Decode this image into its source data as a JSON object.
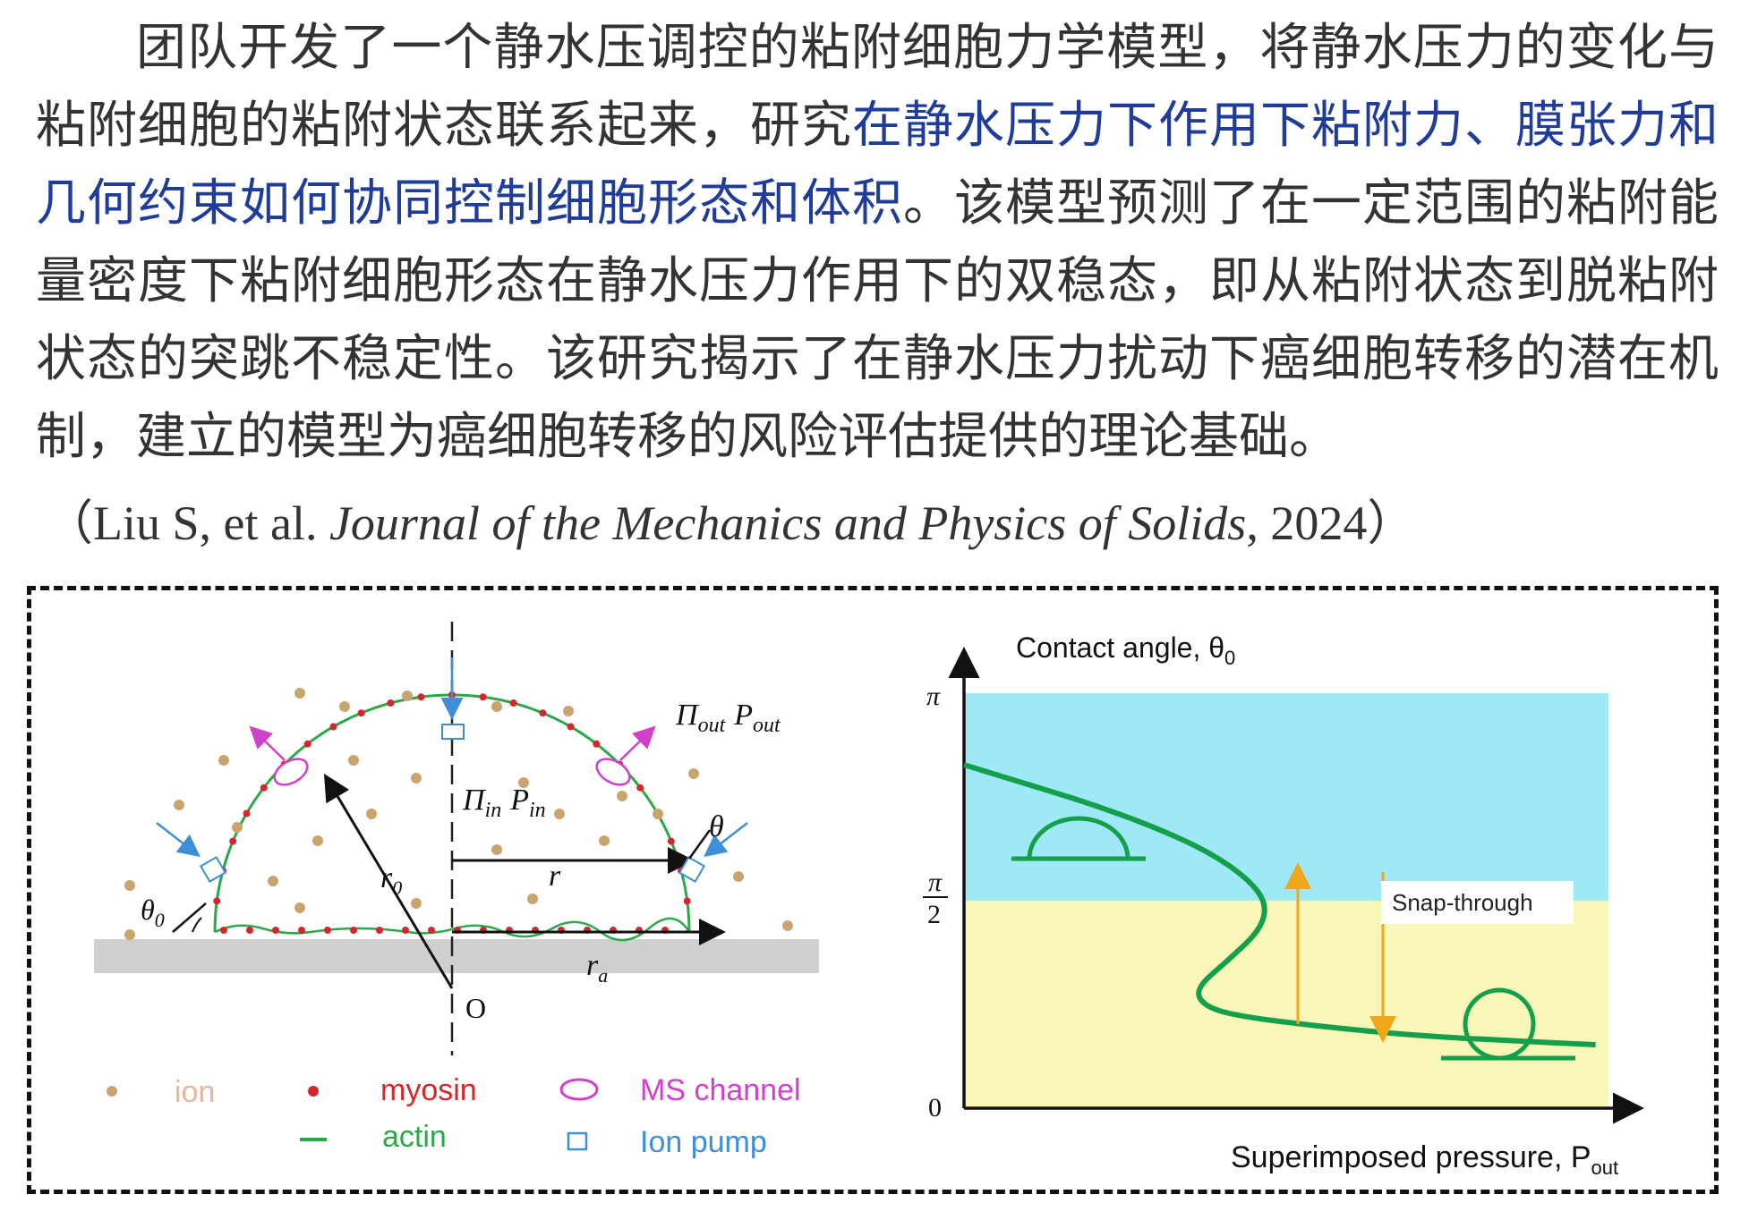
{
  "text": {
    "para_part1": "团队开发了一个静水压调控的粘附细胞力学模型，将静水压力的变化与粘附细胞的粘附状态联系起来，研究",
    "para_highlight": "在静水压力下作用下粘附力、膜张力和几何约束如何协同控制细胞形态和体积",
    "para_part2": "。该模型预测了在一定范围的粘附能量密度下粘附细胞形态在静水压力作用下的双稳态，即从粘附状态到脱粘附状态的突跳不稳定性。该研究揭示了在静水压力扰动下癌细胞转移的潜在机制，建立的模型为癌细胞转移的风险评估提供的理论基础。",
    "cite_open": "（Liu S, et al. ",
    "cite_journal": "Journal of the Mechanics and Physics of Solids",
    "cite_close": ", 2024）"
  },
  "colors": {
    "highlight": "#1f3c9a",
    "actin": "#2aa84a",
    "myosin": "#d7262b",
    "ion": "#c9a46f",
    "ms_channel": "#d040c8",
    "ion_pump": "#3f8fd8",
    "blue_region": "#9fe9f6",
    "yellow_region": "#f8f6b8",
    "curve": "#14a04a",
    "arrow": "#f0a81a"
  },
  "schematic": {
    "label_out": "Π",
    "label_out_sub": "out",
    "label_pout": "P",
    "label_pout_sub": "out",
    "label_in": "Π",
    "label_in_sub": "in",
    "label_pin": "P",
    "label_pin_sub": "in",
    "theta": "θ",
    "theta0": "θ",
    "theta0_sub": "0",
    "r0": "r",
    "r0_sub": "0",
    "r": "r",
    "ra": "r",
    "ra_sub": "a",
    "origin": "O",
    "legend": {
      "ion": "ion",
      "myosin": "myosin",
      "ms_channel": "MS channel",
      "actin": "actin",
      "ion_pump": "Ion pump"
    }
  },
  "chart": {
    "ylabel": "Contact angle, θ",
    "ylabel_sub": "0",
    "xlabel": "Superimposed pressure, P",
    "xlabel_sub": "out",
    "tick_pi": "π",
    "tick_half_num": "π",
    "tick_half_den": "2",
    "tick_zero": "0",
    "annotation": "Snap-through"
  },
  "chart_data": {
    "type": "line",
    "title": "",
    "xlabel": "Superimposed pressure, P_out",
    "ylabel": "Contact angle, θ0",
    "x_range": [
      0,
      1
    ],
    "ylim": [
      0,
      3.14159
    ],
    "regions": [
      {
        "from": 1.5708,
        "to": 3.14159,
        "color": "#9fe9f6"
      },
      {
        "from": 0,
        "to": 1.5708,
        "color": "#f8f6b8"
      }
    ],
    "series": [
      {
        "values_note": "",
        "points": [
          [
            0.0,
            2.6
          ],
          [
            0.1,
            2.45
          ],
          [
            0.2,
            2.3
          ],
          [
            0.3,
            2.12
          ],
          [
            0.38,
            1.94
          ],
          [
            0.44,
            1.74
          ],
          [
            0.47,
            1.55
          ],
          [
            0.46,
            1.35
          ],
          [
            0.41,
            1.12
          ],
          [
            0.36,
            0.91
          ],
          [
            0.37,
            0.78
          ],
          [
            0.42,
            0.7
          ],
          [
            0.55,
            0.62
          ],
          [
            0.7,
            0.55
          ],
          [
            0.85,
            0.51
          ],
          [
            0.98,
            0.48
          ]
        ]
      }
    ],
    "annotations": [
      {
        "text": "Snap-through"
      }
    ],
    "grid": false
  }
}
